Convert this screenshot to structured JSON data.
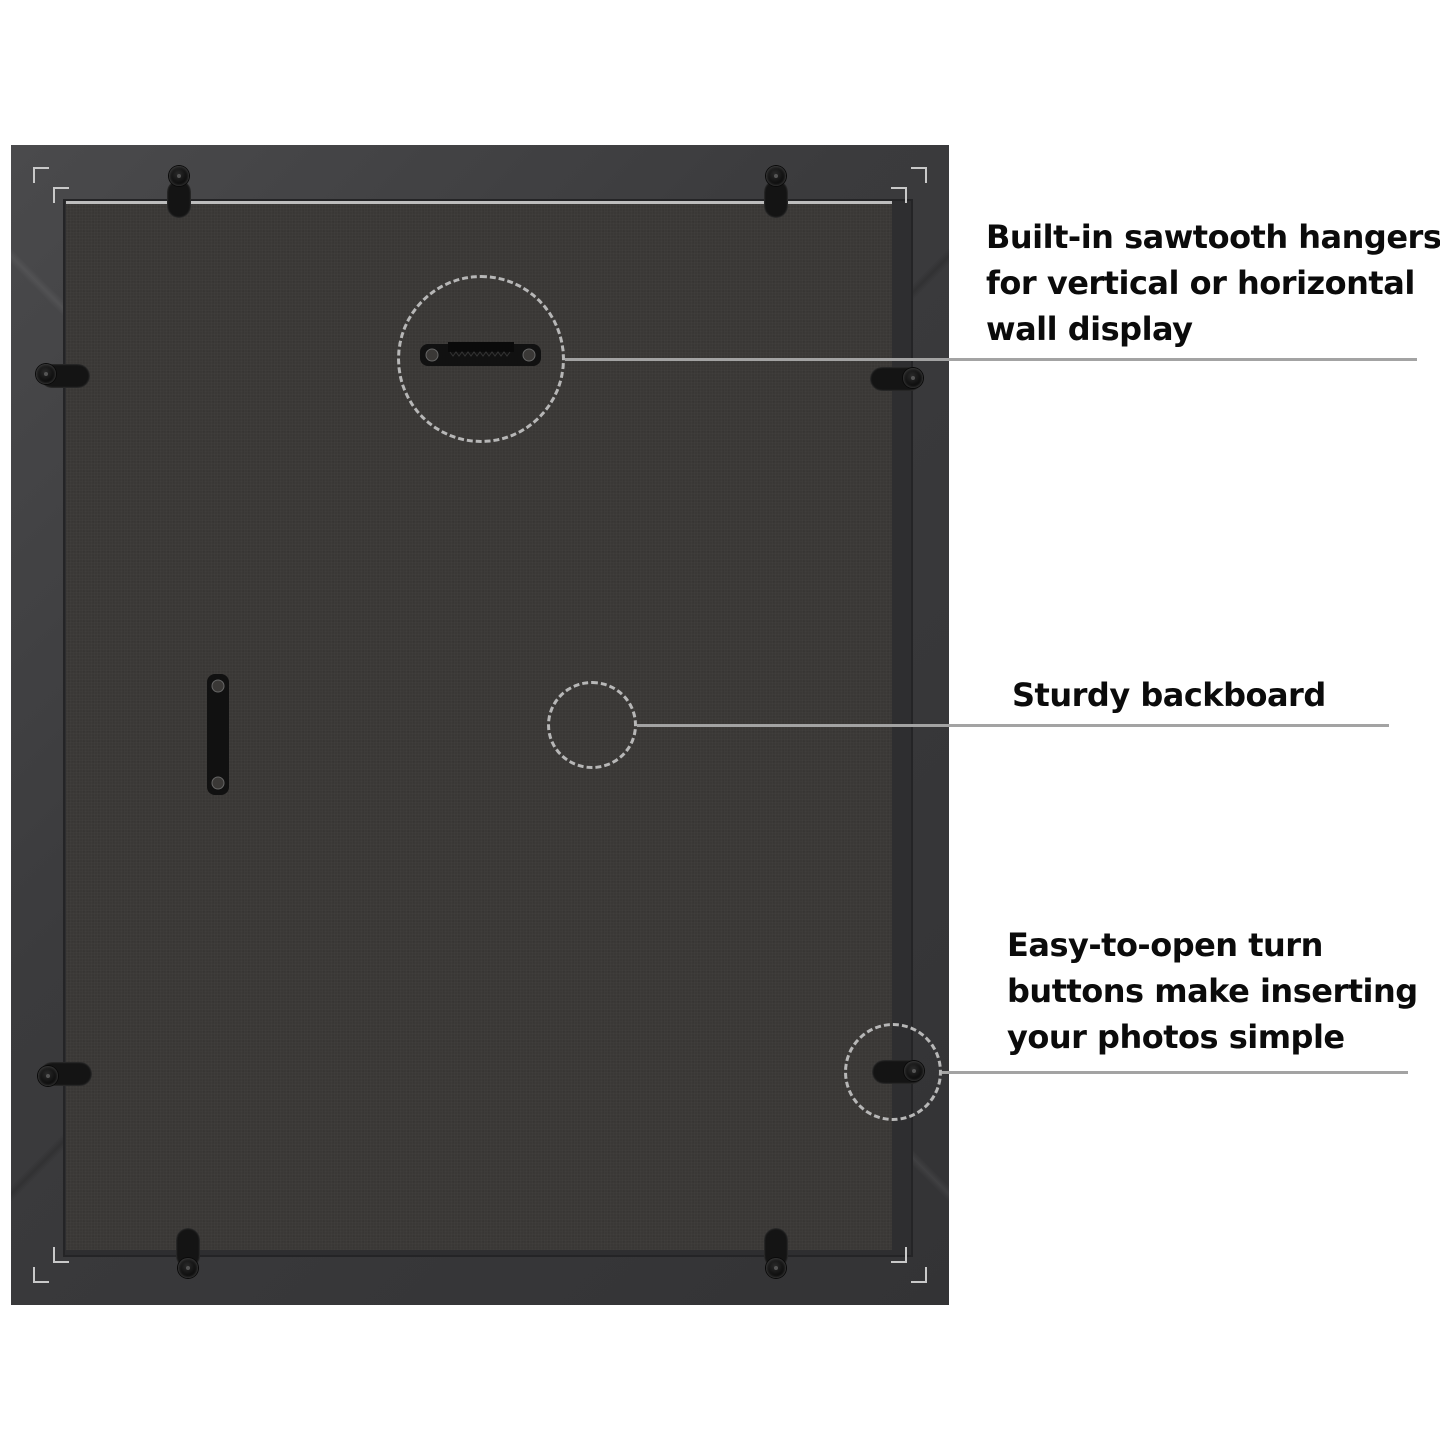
{
  "product": {
    "subject": "Back of picture frame",
    "frame_color": "#3d3d3f",
    "backboard_color": "#3a3836"
  },
  "callouts": [
    {
      "id": "hangers",
      "lines": [
        "Built-in sawtooth hangers",
        "for vertical or horizontal",
        "wall display"
      ],
      "icon": "sawtooth-hanger-icon"
    },
    {
      "id": "backboard",
      "lines": [
        "Sturdy backboard"
      ],
      "icon": "backboard-highlight-icon"
    },
    {
      "id": "turn-buttons",
      "lines": [
        "Easy-to-open turn",
        "buttons make inserting",
        "your photos simple"
      ],
      "icon": "turn-button-icon"
    }
  ],
  "colors": {
    "text": "#0b0b0b",
    "leader_line": "#a3a3a3",
    "dashed_circle": "#b7b7b7",
    "background": "#ffffff"
  }
}
